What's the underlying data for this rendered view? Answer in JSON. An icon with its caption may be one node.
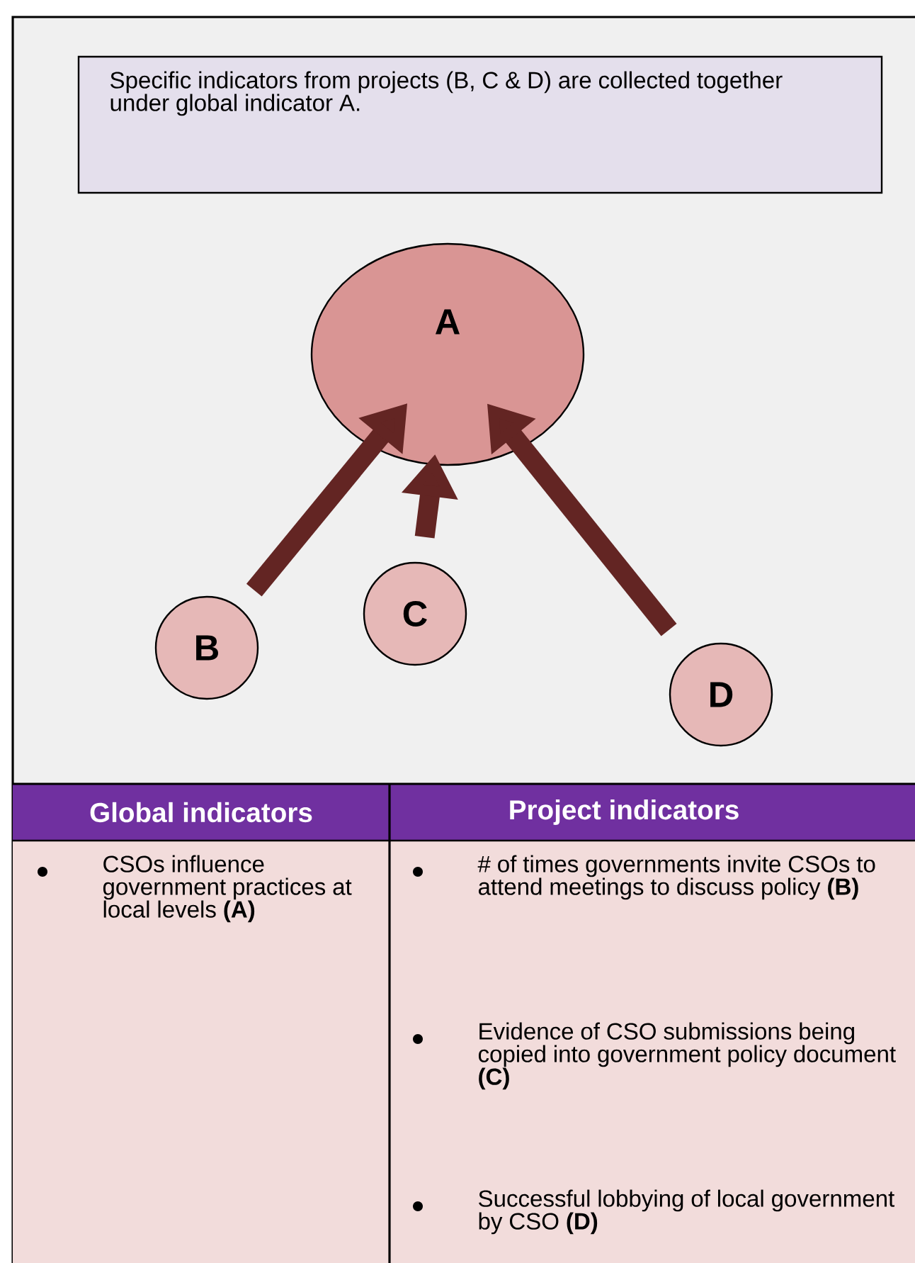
{
  "diagram": {
    "nodes": [
      {
        "text": [
          "Specific indicators from projects (B, C & D) are collected together under global indicator A."
        ]
      },
      {
        "text": [
          "A"
        ]
      },
      {
        "text": [
          "B"
        ]
      },
      {
        "text": [
          "C"
        ]
      },
      {
        "text": [
          "D"
        ]
      }
    ],
    "edges": [
      {
        "from": 2,
        "to": 1,
        "arrow": "to"
      },
      {
        "from": 3,
        "to": 1,
        "arrow": "to"
      },
      {
        "from": 4,
        "to": 1,
        "arrow": "to"
      }
    ],
    "labels": [
      "Global indicators",
      "Project indicators",
      "CSOs influence government practices at local levels **(A)**",
      "# of times governments invite CSOs to attend meetings to discuss policy **(B)**",
      "Evidence of CSO submissions being copied into government policy document **(C)**",
      "Successful lobbying of local government by CSO **(D)**"
    ]
  }
}
